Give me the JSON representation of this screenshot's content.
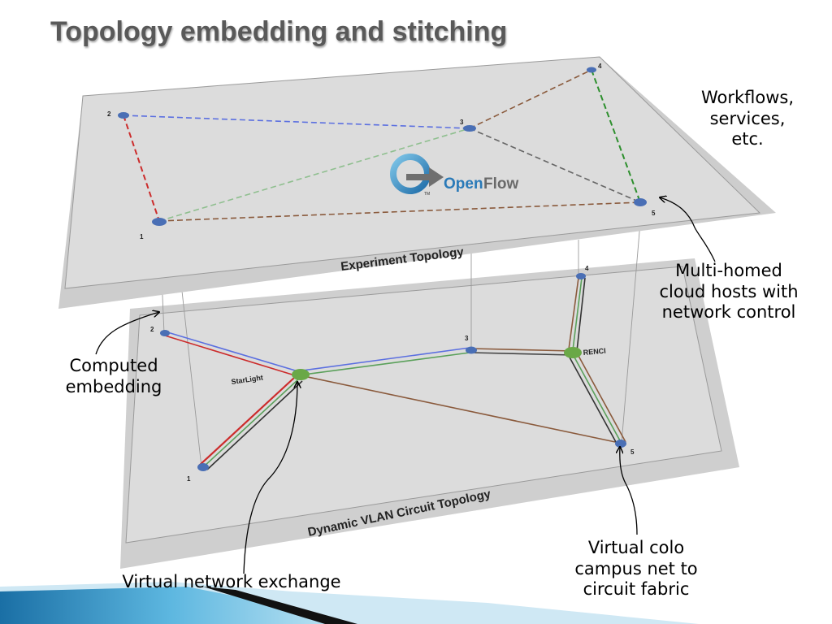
{
  "title": "Topology embedding and stitching",
  "upper_plane": {
    "label": "Experiment Topology",
    "nodes": [
      "1",
      "2",
      "3",
      "4",
      "5"
    ],
    "logo": {
      "word1": "Open",
      "word2": "Flow",
      "tm": "TM"
    }
  },
  "lower_plane": {
    "label": "Dynamic VLAN Circuit Topology",
    "nodes": [
      "1",
      "2",
      "3",
      "4",
      "5"
    ],
    "sites": {
      "starlight": "StarLight",
      "renci": "RENCI"
    }
  },
  "annotations": {
    "workflows": [
      "Workflows,",
      "services,",
      "etc."
    ],
    "multihomed": [
      "Multi-homed",
      "cloud hosts with",
      "network control"
    ],
    "computed": [
      "Computed",
      "embedding"
    ],
    "exchange": "Virtual network exchange",
    "colo": [
      "Virtual colo",
      "campus net to",
      "circuit fabric"
    ]
  },
  "colors": {
    "plane": "#d8d8d8",
    "node": "#4a6fb5",
    "site": "#6aa847",
    "red": "#cc2b2b",
    "blue": "#5b6fe0",
    "green": "#5aa05a",
    "brown": "#8a5a3c"
  }
}
